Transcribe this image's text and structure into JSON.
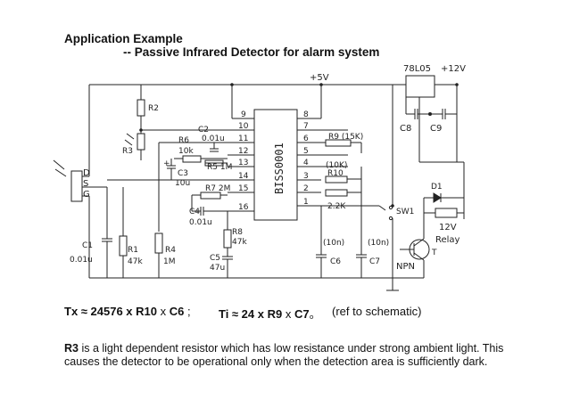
{
  "header": {
    "title": "Application Example",
    "subtitle": "--  Passive Infrared Detector for alarm system"
  },
  "schematic": {
    "ic_label": "BISS0001",
    "supply_5v": "+5V",
    "supply_12v": "+12V",
    "regulator": "78L05",
    "pins_left": [
      "9",
      "10",
      "11",
      "12",
      "13",
      "14",
      "15",
      "16"
    ],
    "pins_right": [
      "8",
      "7",
      "6",
      "5",
      "4",
      "3",
      "2",
      "1"
    ],
    "labels": {
      "r2": "R2",
      "r3": "R3",
      "c2": "C2",
      "c2_val": "0.01u",
      "r6": "R6",
      "r6_val": "10k",
      "r5": "R5 1M",
      "c3": "C3",
      "c3_val": "10u",
      "r7": "R7 2M",
      "c4": "C4",
      "c4_val": "0.01u",
      "r9": "R9 (15K)",
      "r10_val": "(10K)",
      "r10": "R10",
      "r_22k": "2.2K",
      "sw1": "SW1",
      "c8": "C8",
      "c9": "C9",
      "d1": "D1",
      "relay_v": "12V",
      "relay": "Relay",
      "npn": "NPN",
      "t": "T",
      "c6_val": "(10n)",
      "c6": "C6",
      "c7_val": "(10n)",
      "c7": "C7",
      "c1": "C1",
      "c1_val": "0.01u",
      "r1": "R1",
      "r1_val": "47k",
      "r4": "R4",
      "r4_val": "1M",
      "r8": "R8",
      "r8_val": "47k",
      "c5": "C5",
      "c5_val": "47u",
      "pir_d": "D",
      "pir_s": "S",
      "pir_g": "G",
      "plus": "+"
    }
  },
  "formulas": {
    "tx_prefix": "Tx ≈ 24576 x ",
    "tx_r": "R10",
    "tx_mid": " x ",
    "tx_c": "C6",
    "tx_suffix": " ;",
    "ti_prefix": "Ti ≈ 24 x ",
    "ti_r": "R9",
    "ti_mid": " x ",
    "ti_c": "C7",
    "ti_suffix": "。",
    "ref": "(ref to schematic)"
  },
  "note": {
    "bold": "R3",
    "text": " is a light dependent resistor which has low resistance under strong ambient light.   This causes the detector to be operational only when the detection area is sufficiently dark."
  }
}
